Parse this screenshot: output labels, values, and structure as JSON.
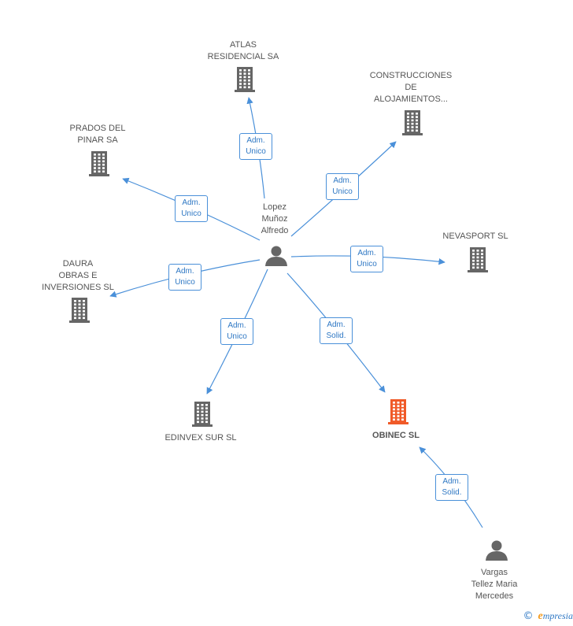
{
  "colors": {
    "edge": "#4a90d9",
    "company_icon": "#666666",
    "highlight_icon": "#f05a28",
    "person_icon": "#666666"
  },
  "nodes": [
    {
      "id": "atlas",
      "type": "company",
      "label": "ATLAS\nRESIDENCIAL SA",
      "highlight": false
    },
    {
      "id": "construcciones",
      "type": "company",
      "label": "CONSTRUCCIONES\nDE\nALOJAMIENTOS...",
      "highlight": false
    },
    {
      "id": "prados",
      "type": "company",
      "label": "PRADOS DEL\nPINAR SA",
      "highlight": false
    },
    {
      "id": "nevasport",
      "type": "company",
      "label": "NEVASPORT  SL",
      "highlight": false
    },
    {
      "id": "daura",
      "type": "company",
      "label": "DAURA\nOBRAS E\nINVERSIONES SL",
      "highlight": false
    },
    {
      "id": "edinvex",
      "type": "company",
      "label": "EDINVEX SUR SL",
      "highlight": false
    },
    {
      "id": "obinec",
      "type": "company",
      "label": "OBINEC SL",
      "highlight": true
    },
    {
      "id": "lopez",
      "type": "person",
      "label": "Lopez\nMuñoz\nAlfredo",
      "highlight": false
    },
    {
      "id": "vargas",
      "type": "person",
      "label": "Vargas\nTellez Maria\nMercedes",
      "highlight": false
    }
  ],
  "edges": [
    {
      "from": "lopez",
      "to": "atlas",
      "label_line1": "Adm.",
      "label_line2": "Unico"
    },
    {
      "from": "lopez",
      "to": "construcciones",
      "label_line1": "Adm.",
      "label_line2": "Unico"
    },
    {
      "from": "lopez",
      "to": "prados",
      "label_line1": "Adm.",
      "label_line2": "Unico"
    },
    {
      "from": "lopez",
      "to": "nevasport",
      "label_line1": "Adm.",
      "label_line2": "Unico"
    },
    {
      "from": "lopez",
      "to": "daura",
      "label_line1": "Adm.",
      "label_line2": "Unico"
    },
    {
      "from": "lopez",
      "to": "edinvex",
      "label_line1": "Adm.",
      "label_line2": "Unico"
    },
    {
      "from": "lopez",
      "to": "obinec",
      "label_line1": "Adm.",
      "label_line2": "Solid."
    },
    {
      "from": "vargas",
      "to": "obinec",
      "label_line1": "Adm.",
      "label_line2": "Solid."
    }
  ],
  "footer": {
    "copyright": "©",
    "brand_first": "e",
    "brand_rest": "mpresia"
  }
}
